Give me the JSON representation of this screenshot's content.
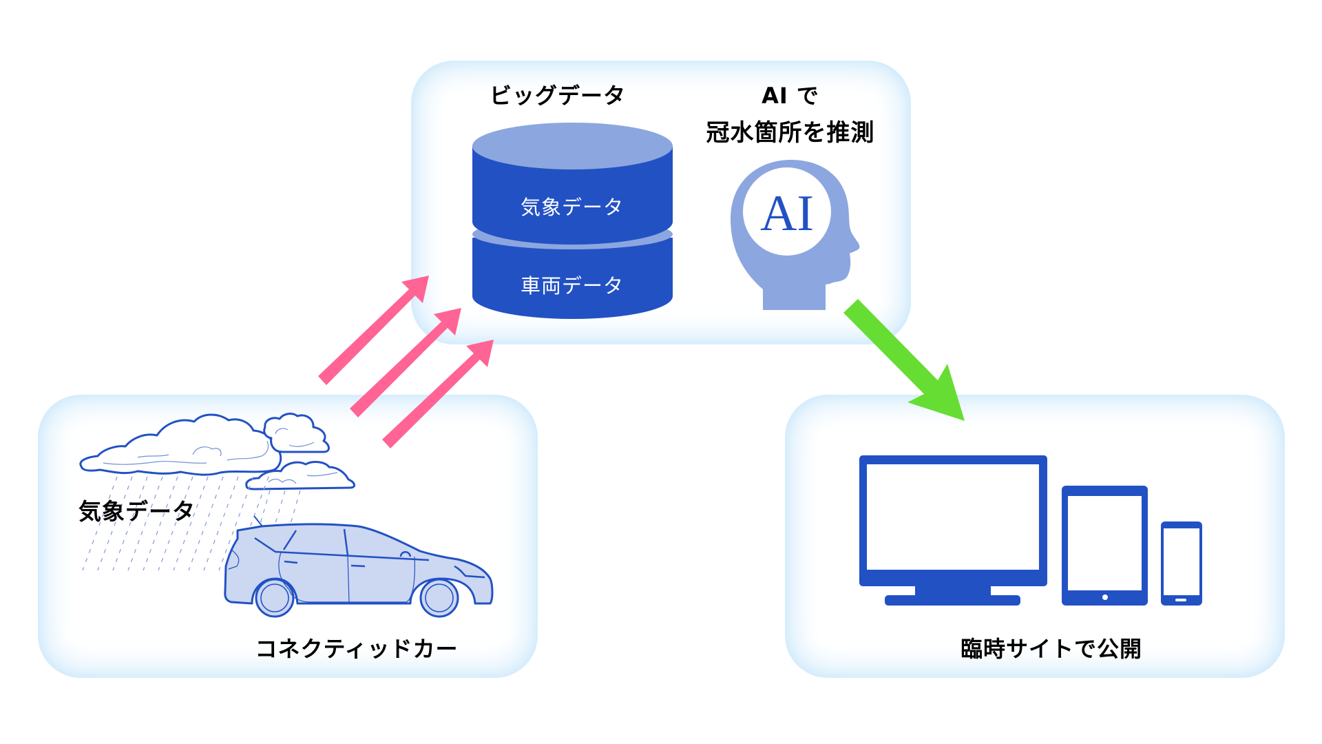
{
  "colors": {
    "panel_glow": "#cfe9fb",
    "db_body": "#2251c4",
    "db_top": "#8ca6df",
    "head": "#8ca6df",
    "device": "#2251c4",
    "car_fill": "#ccd7f2",
    "car_stroke": "#2251c4",
    "upload_arrow": "#ff6494",
    "publish_arrow": "#66dd33"
  },
  "big_data": {
    "title": "ビッグデータ",
    "layers": [
      "気象データ",
      "車両データ"
    ]
  },
  "ai": {
    "title_line1": "AI で",
    "title_line2": "冠水箇所を推測",
    "badge": "AI"
  },
  "sources": {
    "weather_label": "気象データ",
    "car_label": "コネクティッドカー"
  },
  "publish": {
    "label": "臨時サイトで公開",
    "devices": [
      "desktop-monitor",
      "tablet",
      "smartphone"
    ]
  },
  "flows": [
    {
      "from": "sources",
      "to": "big_data",
      "count": 3,
      "kind": "upload"
    },
    {
      "from": "ai",
      "to": "publish",
      "count": 1,
      "kind": "publish"
    }
  ]
}
